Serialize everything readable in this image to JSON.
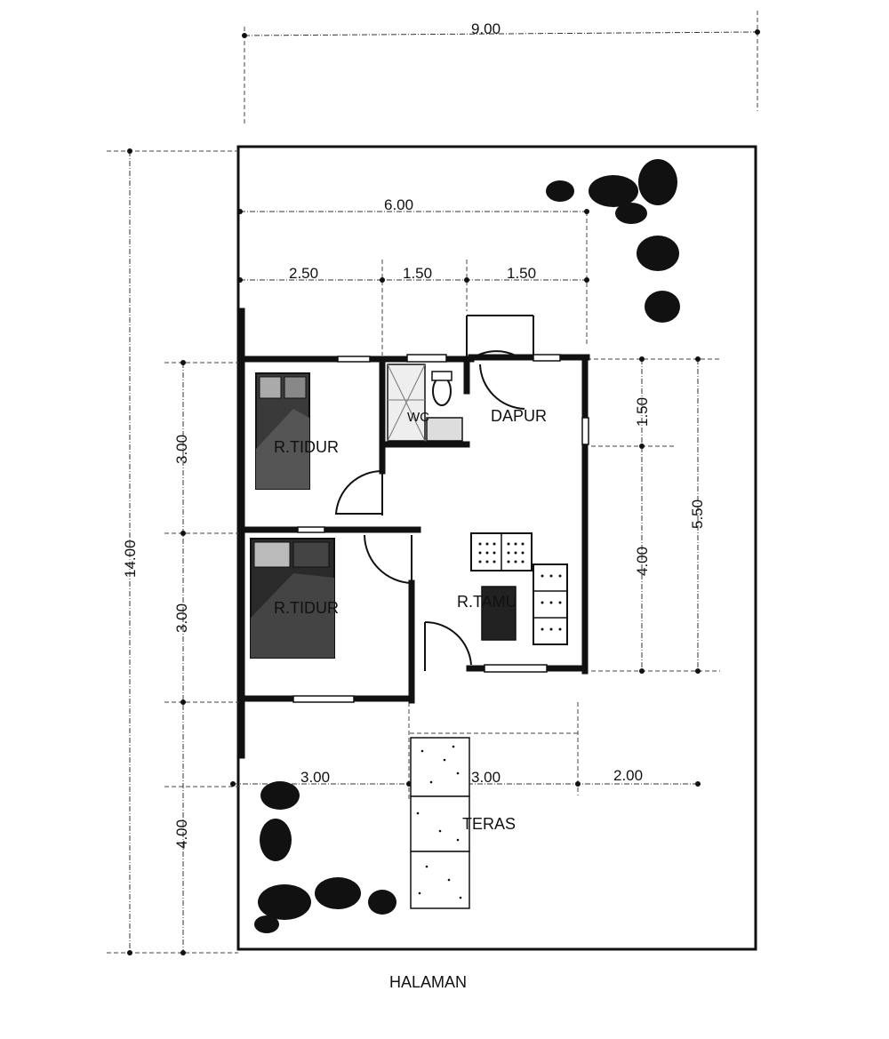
{
  "dimensions": {
    "overall_width": "9.00",
    "overall_depth": "14.00",
    "house_width": "6.00",
    "segment_left": "2.50",
    "segment_mid": "1.50",
    "segment_right": "1.50",
    "right_upper": "1.50",
    "right_lower": "4.00",
    "right_total": "5.50",
    "left_upper": "3.00",
    "left_lower": "3.00",
    "left_front": "4.00",
    "front_left": "3.00",
    "front_mid": "3.00",
    "front_right": "2.00"
  },
  "rooms": {
    "bedroom_1": "R.TIDUR",
    "bedroom_2": "R.TIDUR",
    "wc": "WC",
    "kitchen": "DAPUR",
    "living": "R.TAMU",
    "terrace": "TERAS"
  },
  "yard_label": "HALAMAN",
  "colors": {
    "line": "#111111",
    "background": "#ffffff",
    "bed_fill": "#2a2a2a"
  }
}
